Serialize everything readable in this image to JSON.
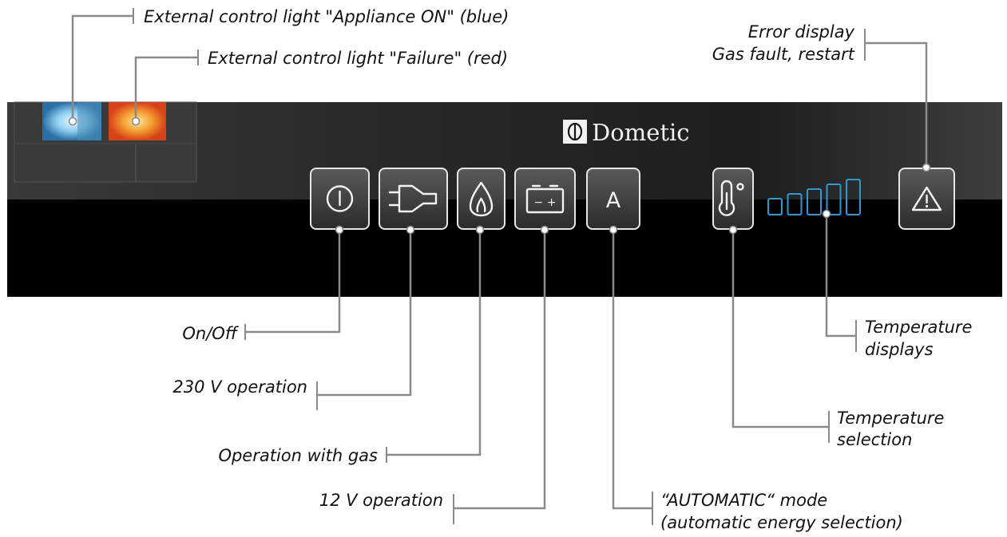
{
  "brand": {
    "name": "Dometic"
  },
  "panel_buttons": [
    {
      "id": "on-off",
      "icon": "power-icon",
      "glyph": ""
    },
    {
      "id": "230v",
      "icon": "plug-icon",
      "glyph": ""
    },
    {
      "id": "gas",
      "icon": "flame-icon",
      "glyph": ""
    },
    {
      "id": "12v",
      "icon": "battery-icon",
      "glyph": "− +"
    },
    {
      "id": "automatic",
      "icon": "automatic-icon",
      "glyph": "A"
    },
    {
      "id": "temperature-selection",
      "icon": "thermometer-icon",
      "glyph": ""
    },
    {
      "id": "error",
      "icon": "warning-triangle-icon",
      "glyph": ""
    }
  ],
  "indicator_lights": [
    {
      "id": "appliance-on",
      "color": "#8fd0f2"
    },
    {
      "id": "failure",
      "color": "#f4a030"
    }
  ],
  "temperature_levels": {
    "count": 5,
    "color": "#2a9ad6"
  },
  "labels": {
    "light_appliance_on": "External control light \"Appliance ON\" (blue)",
    "light_failure": "External control light \"Failure\" (red)",
    "error_line1": "Error display",
    "error_line2": "Gas fault, restart",
    "on_off": "On/Off",
    "op_230v": "230 V operation",
    "op_gas": "Operation with gas",
    "op_12v": "12 V operation",
    "auto_line1": "“AUTOMATIC“ mode",
    "auto_line2": "(automatic energy selection)",
    "temp_sel_line1": "Temperature",
    "temp_sel_line2": "selection",
    "temp_disp_line1": "Temperature",
    "temp_disp_line2": "displays"
  }
}
